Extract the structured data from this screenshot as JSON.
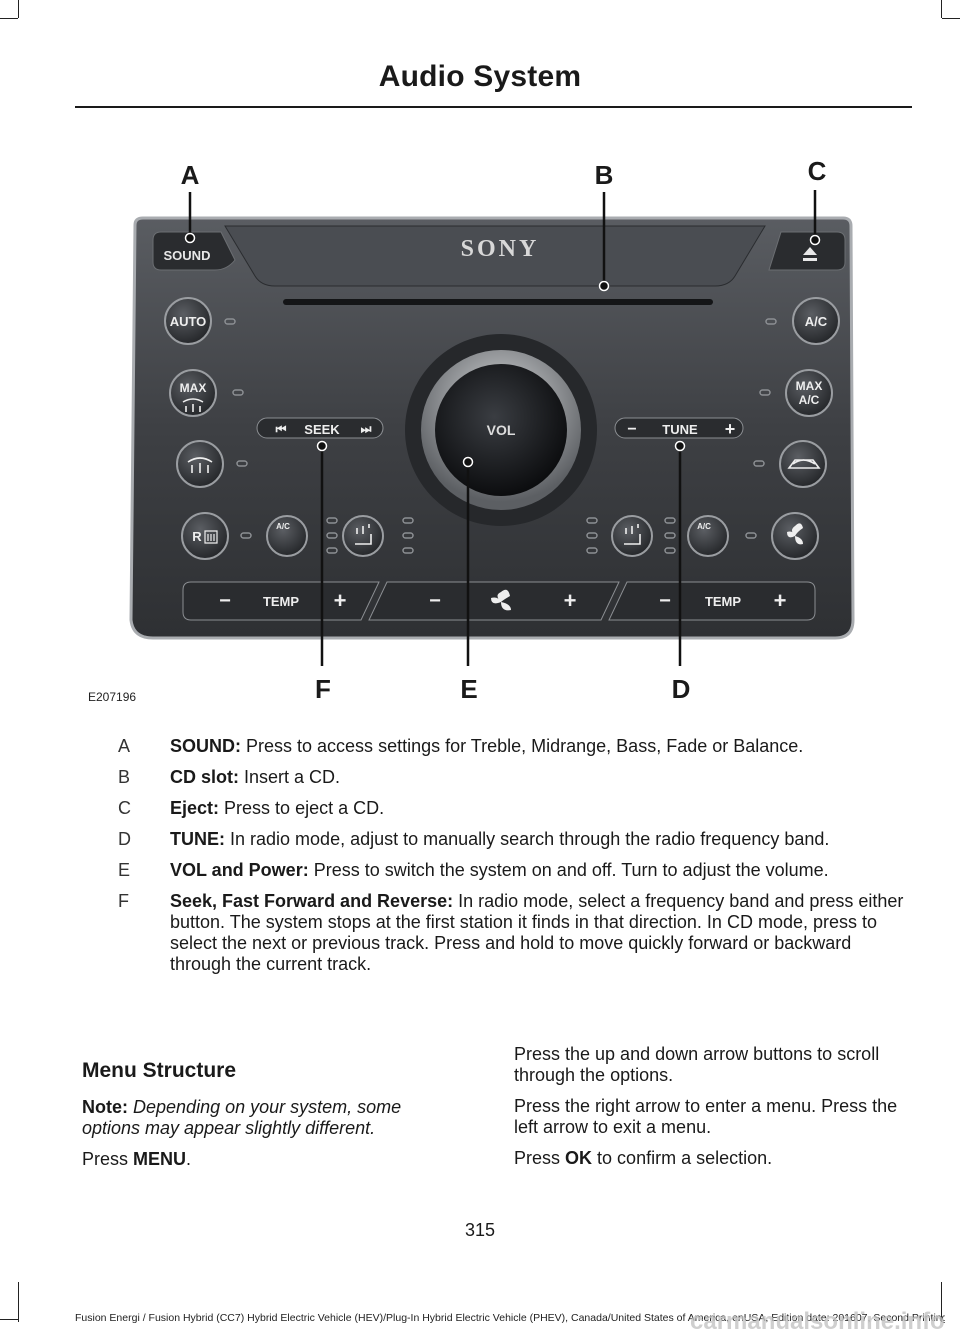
{
  "page": {
    "title": "Audio System",
    "page_number": "315",
    "footer": "Fusion Energi / Fusion Hybrid (CC7) Hybrid Electric Vehicle (HEV)/Plug-In Hybrid Electric Vehicle (PHEV), Canada/United States of America, enUSA, Edition date: 201607, Second Printing",
    "watermark": "carmanualsonline.info"
  },
  "figure": {
    "code": "E207196",
    "callouts": [
      "A",
      "B",
      "C",
      "D",
      "E",
      "F"
    ],
    "panel_labels": {
      "sound": "SOUND",
      "brand": "SONY",
      "auto": "AUTO",
      "max": "MAX",
      "seek": "SEEK",
      "vol": "VOL",
      "tune": "TUNE",
      "ac": "A/C",
      "max_ac_1": "MAX",
      "max_ac_2": "A/C",
      "rear_defrost": "R",
      "seat_ac": "A/C",
      "temp_left": "TEMP",
      "temp_right": "TEMP",
      "minus": "−",
      "plus": "+"
    }
  },
  "legend": [
    {
      "letter": "A",
      "term": "SOUND:",
      "text": "Press to access settings for Treble, Midrange, Bass, Fade or Balance."
    },
    {
      "letter": "B",
      "term": "CD slot:",
      "text": "Insert a CD."
    },
    {
      "letter": "C",
      "term": "Eject:",
      "text": "Press to eject a CD."
    },
    {
      "letter": "D",
      "term": "TUNE:",
      "text": "In radio mode, adjust to manually search through the radio frequency band."
    },
    {
      "letter": "E",
      "term": "VOL and Power:",
      "text": "Press to switch the system on and off. Turn to adjust the volume."
    },
    {
      "letter": "F",
      "term": "Seek, Fast Forward and Reverse:",
      "text": "In radio mode, select a frequency band and press either button. The system stops at the first station it finds in that direction. In CD mode, press to select the next or previous track. Press and hold to move quickly forward or backward through the current track."
    }
  ],
  "menu_structure": {
    "heading": "Menu Structure",
    "note_label": "Note:",
    "note_text": "Depending on your system, some options may appear slightly different.",
    "press_prefix": "Press",
    "press_key": "MENU",
    "press_suffix": ".",
    "right_p1": "Press the up and down arrow buttons to scroll through the options.",
    "right_p2": "Press the right arrow to enter a menu. Press the left arrow to exit a menu.",
    "right_p3_prefix": "Press",
    "right_p3_key": "OK",
    "right_p3_suffix": "to confirm a selection."
  }
}
